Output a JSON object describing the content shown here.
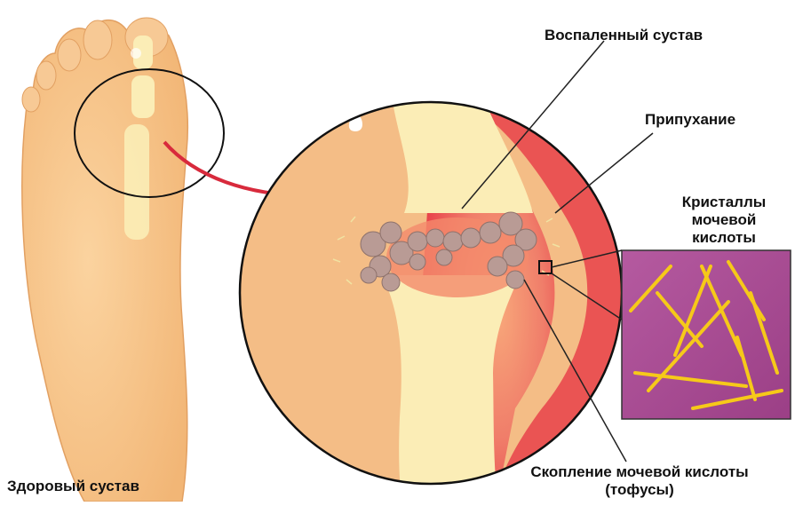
{
  "labels": {
    "inflamed_joint": "Воспаленный сустав",
    "swelling": "Припухание",
    "crystals_line1": "Кристаллы",
    "crystals_line2": "мочевой",
    "crystals_line3": "кислоты",
    "tophi_line1": "Скопление мочевой кислоты",
    "tophi_line2": "(тофусы)",
    "healthy_joint": "Здоровый сустав"
  },
  "colors": {
    "skin": "#f6c48a",
    "skin_shadow": "#e9a868",
    "bone": "#fbedb6",
    "inflamed_red": "#e8424a",
    "crystal_bg": "#a8478f",
    "crystal": "#f6c919",
    "arrow": "#d82a3c",
    "leader_line": "#222222"
  },
  "icons": [
    "foot-illustration",
    "joint-magnification",
    "crystal-inset",
    "pointer-arrow"
  ]
}
